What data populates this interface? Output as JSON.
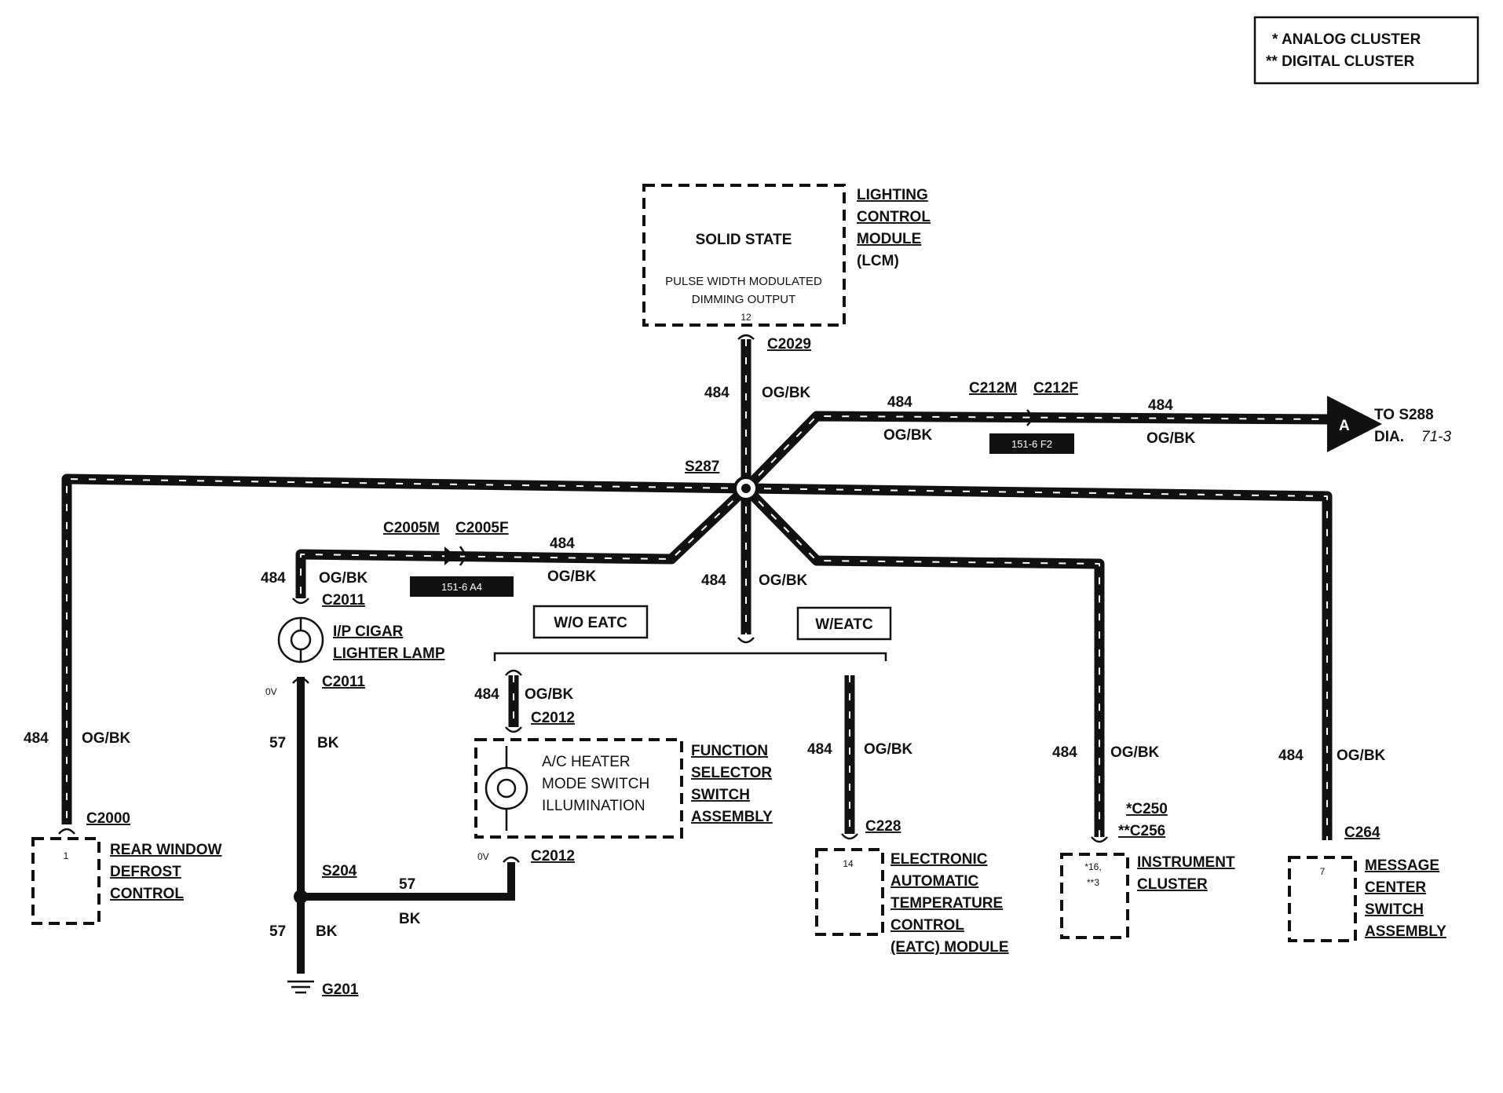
{
  "legend": {
    "analog": "*  ANALOG CLUSTER",
    "digital": "**  DIGITAL CLUSTER"
  },
  "lcm": {
    "title": "SOLID STATE",
    "desc1": "PULSE WIDTH MODULATED",
    "desc2": "DIMMING OUTPUT",
    "pin": "12",
    "name1": "LIGHTING",
    "name2": "CONTROL",
    "name3": "MODULE",
    "name4": "(LCM)",
    "connector": "C2029"
  },
  "wires": {
    "circuit": "484",
    "color": "OG/BK",
    "ground_circuit": "57",
    "ground_color": "BK"
  },
  "splice": {
    "main": "S287",
    "ground": "S204"
  },
  "right_run": {
    "conn_m": "C212M",
    "conn_f": "C212F",
    "tag": "151-6 F2",
    "arrow_letter": "A",
    "dest1": "TO S288",
    "dest2": "DIA.",
    "dest_page": "71-3"
  },
  "left_run": {
    "conn_m": "C2005M",
    "conn_f": "C2005F",
    "tag": "151-6 A4"
  },
  "cigar": {
    "conn_top": "C2011",
    "name1": "I/P CIGAR",
    "name2": "LIGHTER LAMP",
    "conn_bottom": "C2011",
    "voltage": "0V"
  },
  "options": {
    "without": "W/O EATC",
    "with": "W/EATC"
  },
  "function_selector": {
    "conn_top": "C2012",
    "inner1": "A/C HEATER",
    "inner2": "MODE SWITCH",
    "inner3": "ILLUMINATION",
    "name1": "FUNCTION",
    "name2": "SELECTOR",
    "name3": "SWITCH",
    "name4": "ASSEMBLY",
    "voltage": "0V",
    "conn_bottom": "C2012"
  },
  "rear_defrost": {
    "connector": "C2000",
    "pin": "1",
    "name1": "REAR WINDOW",
    "name2": "DEFROST",
    "name3": "CONTROL"
  },
  "eatc": {
    "connector": "C228",
    "pin": "14",
    "name1": "ELECTRONIC",
    "name2": "AUTOMATIC",
    "name3": "TEMPERATURE",
    "name4": "CONTROL",
    "name5": "(EATC) MODULE"
  },
  "cluster": {
    "conn1": "*C250",
    "conn2": "**C256",
    "pin1": "*16,",
    "pin2": "**3",
    "name1": "INSTRUMENT",
    "name2": "CLUSTER"
  },
  "message_center": {
    "connector": "C264",
    "pin": "7",
    "name1": "MESSAGE",
    "name2": "CENTER",
    "name3": "SWITCH",
    "name4": "ASSEMBLY"
  },
  "ground": {
    "name": "G201"
  }
}
